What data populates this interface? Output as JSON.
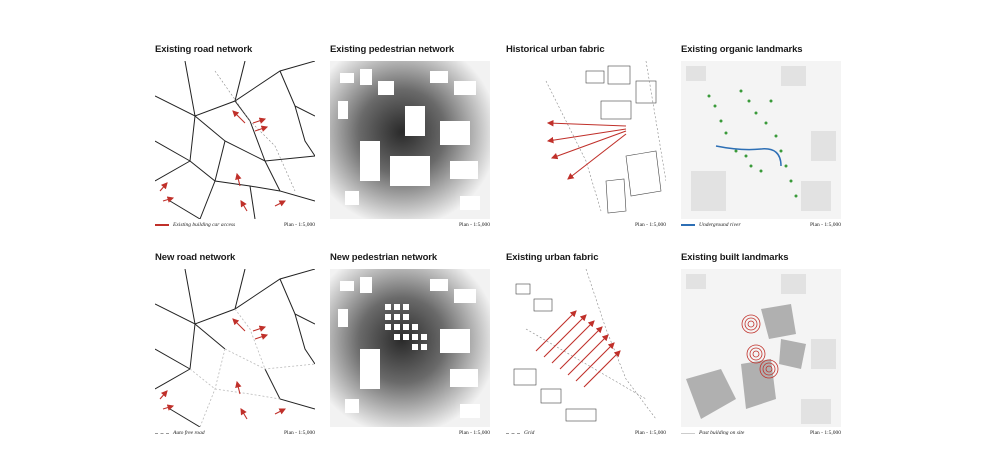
{
  "colors": {
    "arrow_red": "#c0302a",
    "tree_green": "#3a9a3a",
    "river_blue": "#2d6fb5",
    "building_grey": "#b0b0b0"
  },
  "panels": [
    {
      "title": "Existing road network",
      "legend": "Existing building car access",
      "scale": "Plan - 1:5,000"
    },
    {
      "title": "Existing pedestrian network",
      "legend": "",
      "scale": "Plan - 1:5,000"
    },
    {
      "title": "Historical urban fabric",
      "legend": "",
      "scale": "Plan - 1:5,000"
    },
    {
      "title": "Existing organic landmarks",
      "legend": "Underground river",
      "scale": "Plan - 1:5,000"
    },
    {
      "title": "New road network",
      "legend": "Auto free road",
      "scale": "Plan - 1:5,000"
    },
    {
      "title": "New pedestrian network",
      "legend": "",
      "scale": "Plan - 1:5,000"
    },
    {
      "title": "Existing urban fabric",
      "legend": "Grid",
      "scale": "Plan - 1:5,000"
    },
    {
      "title": "Existing built landmarks",
      "legend": "Past building on site",
      "scale": "Plan - 1:5,000"
    }
  ]
}
